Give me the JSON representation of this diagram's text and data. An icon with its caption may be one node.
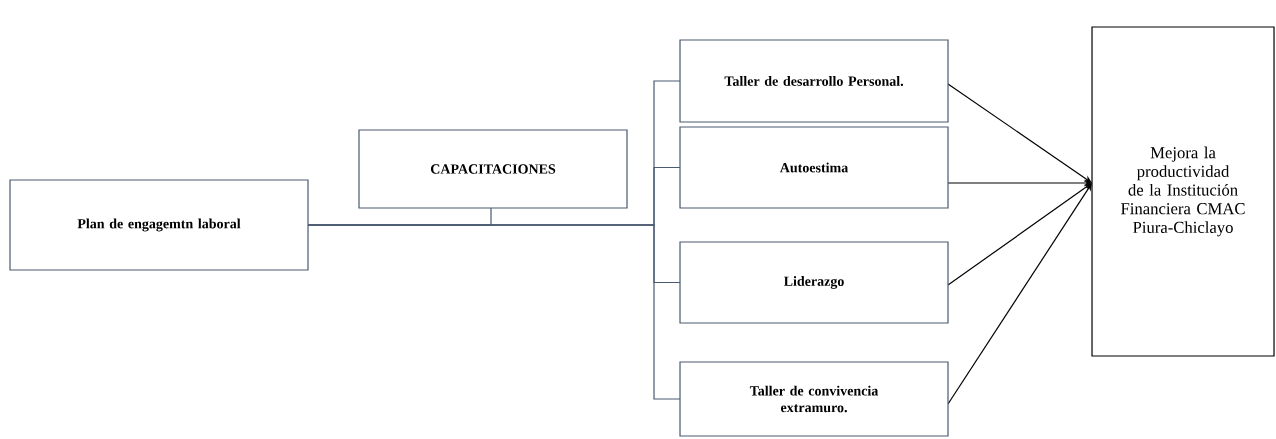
{
  "diagram": {
    "nodes": [
      {
        "text": [
          "Plan de engagemtn laboral"
        ]
      },
      {
        "text": [
          "CAPACITACIONES"
        ]
      },
      {
        "text": [
          "Taller de desarrollo Personal."
        ]
      },
      {
        "text": [
          "Autoestima"
        ]
      },
      {
        "text": [
          "Liderazgo"
        ]
      },
      {
        "text": [
          "Taller de convivencia extramuro."
        ]
      },
      {
        "text": [
          "Mejora la productividad de la Institución Financiera CMAC Piura-Chiclayo"
        ]
      }
    ],
    "edges": [
      {
        "from": 0,
        "to": 1,
        "arrow": "none"
      },
      {
        "from": 0,
        "to": 2,
        "arrow": "none"
      },
      {
        "from": 0,
        "to": 3,
        "arrow": "none"
      },
      {
        "from": 0,
        "to": 4,
        "arrow": "none"
      },
      {
        "from": 0,
        "to": 5,
        "arrow": "none"
      },
      {
        "from": 2,
        "to": 6,
        "arrow": "to",
        "color": "#000000"
      },
      {
        "from": 3,
        "to": 6,
        "arrow": "to",
        "color": "#000000"
      },
      {
        "from": 4,
        "to": 6,
        "arrow": "to",
        "color": "#000000"
      },
      {
        "from": 5,
        "to": 6,
        "arrow": "to",
        "color": "#000000"
      }
    ]
  }
}
